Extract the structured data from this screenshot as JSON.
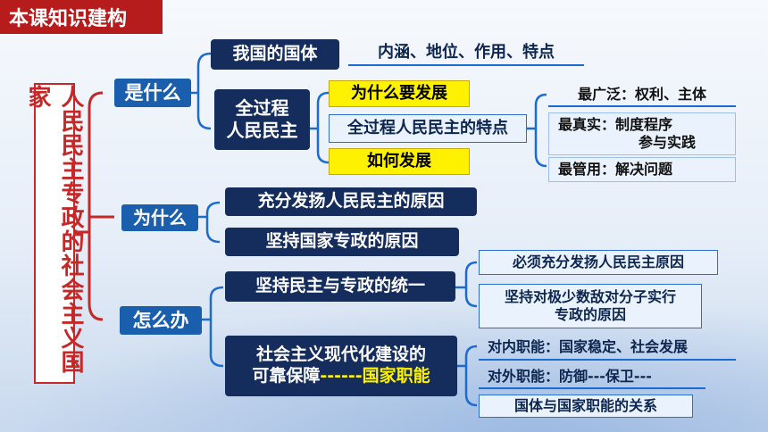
{
  "header": {
    "title": "本课知识建构"
  },
  "root": {
    "label": "人民民主专政的社会主义国家"
  },
  "level1": [
    {
      "label": "是什么"
    },
    {
      "label": "为什么"
    },
    {
      "label": "怎么办"
    }
  ],
  "what": {
    "guoti": "我国的国体",
    "guoti_points": "内涵、地位、作用、特点",
    "qgc_line1": "全过程",
    "qgc_line2": "人民民主",
    "why_develop": "为什么要发展",
    "features": "全过程人民民主的特点",
    "how_develop": "如何发展",
    "attr1": "最广泛：权利、主体",
    "attr2_line1": "最真实：制度程序",
    "attr2_line2": "参与实践",
    "attr3": "最管用：解决问题"
  },
  "why": {
    "item1": "充分发扬人民民主的原因",
    "item2": "坚持国家专政的原因"
  },
  "how": {
    "unity": "坚持民主与专政的统一",
    "unity_sub1": "必须充分发扬人民民主原因",
    "unity_sub2_line1": "坚持对极少数敌对分子实行",
    "unity_sub2_line2": "专政的原因",
    "func_line1": "社会主义现代化建设的",
    "func_line2_a": "可靠保障",
    "func_line2_b": "------国家职能",
    "func_sub1": "对内职能：国家稳定、社会发展",
    "func_sub2": "对外职能：防御---保卫---",
    "func_sub3": "国体与国家职能的关系"
  },
  "colors": {
    "header": "#b71c1c",
    "dark_box": "#152d5c",
    "level1_box": "#1a5fae",
    "highlight": "#fff200",
    "connector": "#c62828",
    "branch": "#1c6bd0"
  }
}
